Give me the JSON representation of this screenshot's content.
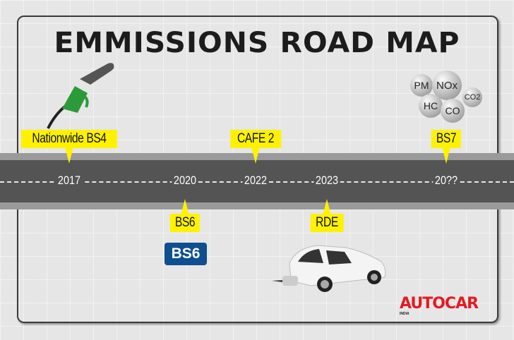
{
  "title": "EMMISSIONS ROAD MAP",
  "timeline": [
    {
      "year": "2017",
      "label": "Nationwide BS4",
      "side": "above"
    },
    {
      "year": "2020",
      "label": "BS6",
      "side": "below"
    },
    {
      "year": "2022",
      "label": "CAFE 2",
      "side": "above"
    },
    {
      "year": "2023",
      "label": "RDE",
      "side": "below"
    },
    {
      "year": "20??",
      "label": "BS7",
      "side": "above"
    }
  ],
  "bs6_logo": "BS6",
  "pollutants": [
    "PM",
    "NOx",
    "HC",
    "CO",
    "CO2"
  ],
  "brand": "AUTOCAR",
  "brand_sub": "INDIA",
  "colors": {
    "highlight": "#fff200",
    "road": "#545454",
    "brand": "#e41b23",
    "bs6": "#0d4f8f"
  }
}
